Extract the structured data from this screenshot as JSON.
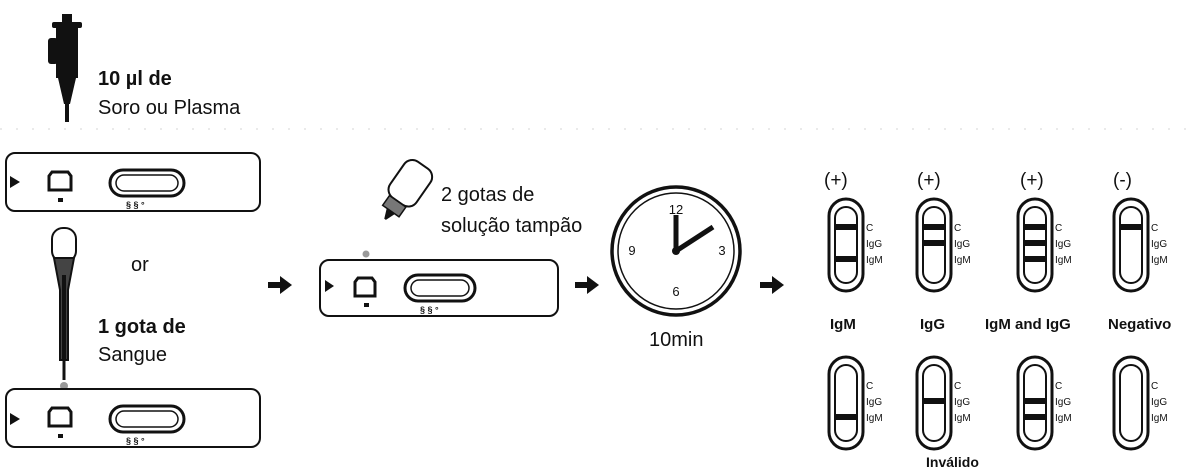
{
  "sample": {
    "volume_line1": "10 µl  de",
    "volume_line2": "Soro ou Plasma",
    "or_label": "or",
    "blood_line1": "1 gota de",
    "blood_line2": "Sangue"
  },
  "buffer": {
    "line1": "2 gotas de",
    "line2": "solução tampão"
  },
  "timer": {
    "label": "10min",
    "clock_numbers": [
      "12",
      "3",
      "6",
      "9"
    ]
  },
  "results": {
    "band_labels": [
      "C",
      "IgG",
      "IgM"
    ],
    "valid": [
      {
        "sign": "(+)",
        "name": "IgM"
      },
      {
        "sign": "(+)",
        "name": "IgG"
      },
      {
        "sign": "(+)",
        "name": "IgM and IgG"
      },
      {
        "sign": "(-)",
        "name": "Negativo"
      }
    ],
    "invalid_label": "Inválido"
  },
  "colors": {
    "ink": "#111111",
    "background": "#ffffff"
  }
}
